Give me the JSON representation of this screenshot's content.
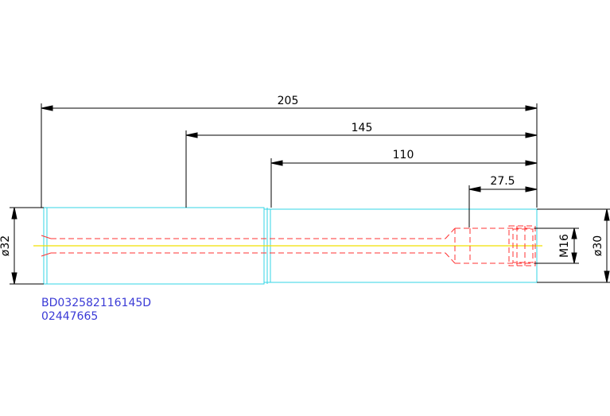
{
  "colors": {
    "outline": "#33d6e6",
    "hidden": "#ff3333",
    "centerline": "#f0e000",
    "dimension": "#000000",
    "part_text": "#3a3ad6"
  },
  "dimensions": {
    "overall_length": "205",
    "length_145": "145",
    "length_110": "110",
    "thread_depth": "27.5",
    "diameter_left": "ø32",
    "diameter_right": "ø30",
    "thread": "M16"
  },
  "part": {
    "code": "BD032582116145D",
    "number": "02447665"
  }
}
